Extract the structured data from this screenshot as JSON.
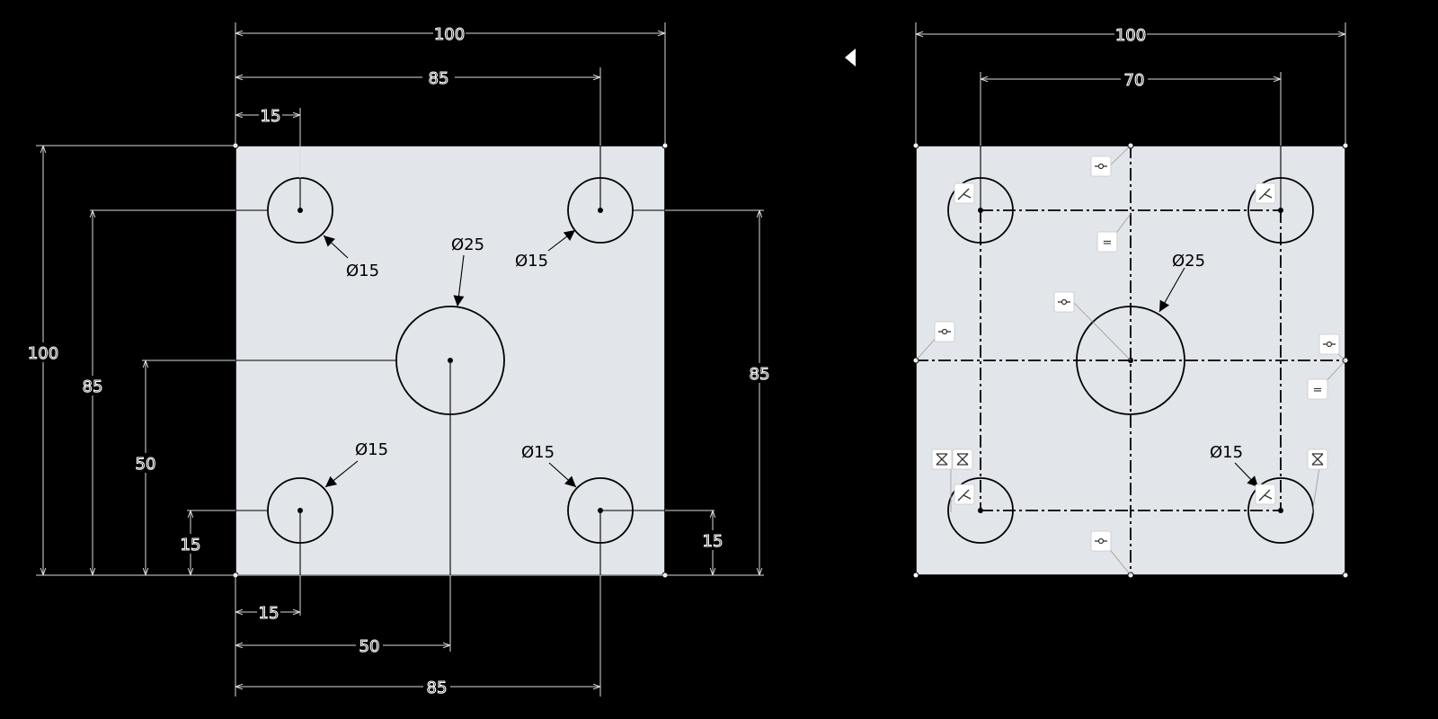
{
  "left_view": {
    "dims": {
      "top_width": "100",
      "top_85": "85",
      "top_15": "15",
      "left_total": "100",
      "left_85": "85",
      "left_50": "50",
      "left_15": "15",
      "right_85": "85",
      "right_15": "15",
      "bottom_15": "15",
      "bottom_50": "50",
      "bottom_85": "85"
    },
    "hole_labels": {
      "top_left": "Ø15",
      "top_right": "Ø15",
      "center": "Ø25",
      "bottom_left": "Ø15",
      "bottom_right": "Ø15"
    }
  },
  "right_view": {
    "dims": {
      "top_width": "100",
      "top_70": "70"
    },
    "hole_labels": {
      "center": "Ø25",
      "bottom_right": "Ø15"
    },
    "equal_symbol": "="
  },
  "colors": {
    "background": "#000000",
    "plate_fill": "#e2e5e9",
    "dimension_lines": "#d8dadd"
  },
  "icons": [
    "collapse-triangle-icon",
    "coincident-icon",
    "equal-icon",
    "tangent-icon",
    "symmetric-icon"
  ]
}
